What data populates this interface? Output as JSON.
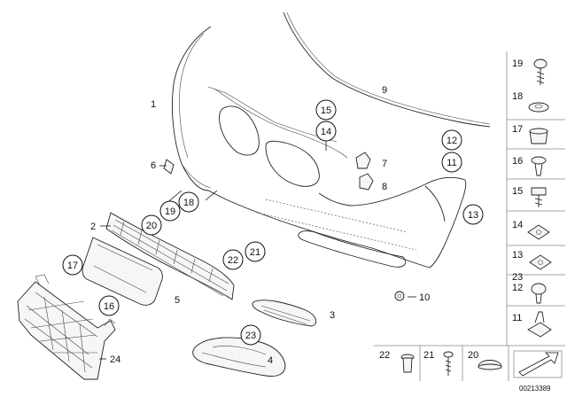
{
  "callouts": {
    "c1": "1",
    "c2": "2",
    "c3": "3",
    "c4": "4",
    "c5": "5",
    "c6": "6",
    "c7": "7",
    "c8": "8",
    "c9": "9",
    "c10": "10",
    "c11": "11",
    "c12": "12",
    "c13": "13",
    "c14": "14",
    "c15": "15",
    "c16": "16",
    "c17": "17",
    "c18": "18",
    "c19": "19",
    "c20": "20",
    "c21": "21",
    "c22": "22",
    "c23": "23",
    "c24": "24"
  },
  "sidebar": {
    "items": [
      "19",
      "18",
      "17",
      "16",
      "15",
      "14",
      "13",
      "23",
      "12",
      "11"
    ]
  },
  "bottom_strip": {
    "items": [
      "22",
      "21",
      "20"
    ]
  },
  "document_id": "00213389",
  "colors": {
    "line": "#222222",
    "background": "#ffffff",
    "panel_line": "#888888"
  }
}
